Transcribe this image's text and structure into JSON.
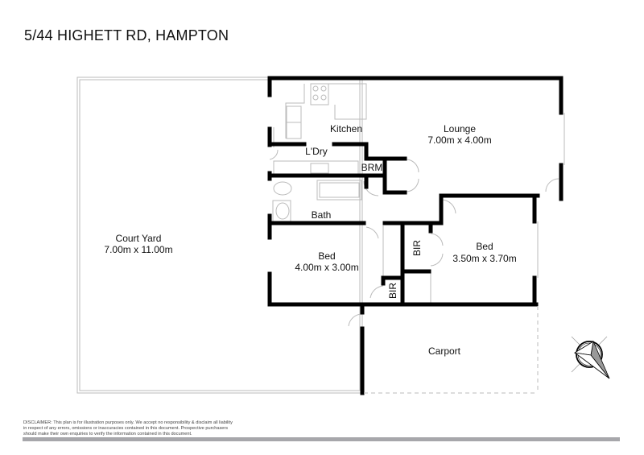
{
  "title": "5/44 HIGHETT RD, HAMPTON",
  "rooms": {
    "court_yard": {
      "name": "Court Yard",
      "size": "7.00m x 11.00m"
    },
    "kitchen": {
      "name": "Kitchen"
    },
    "lounge": {
      "name": "Lounge",
      "size": "7.00m x 4.00m"
    },
    "laundry": {
      "name": "L'Dry"
    },
    "brm": {
      "name": "BRM"
    },
    "bath": {
      "name": "Bath"
    },
    "bed1": {
      "name": "Bed",
      "size": "4.00m x 3.00m"
    },
    "bed2": {
      "name": "Bed",
      "size": "3.50m x 3.70m"
    },
    "bir1": {
      "name": "BIR"
    },
    "bir2": {
      "name": "BIR"
    },
    "carport": {
      "name": "Carport"
    }
  },
  "disclaimer": "DISCLAIMER: This plan is for illustration purposes only. We accept no responsibility & disclaim all liability in respect of any errors, omissions or inaccuracies contained in this document. Prospective purchasers should make their own enquiries to verify the information contained in this document.",
  "colors": {
    "wall": "#000000",
    "thin": "#bbbbbb",
    "bar": "#a7a7ab"
  }
}
